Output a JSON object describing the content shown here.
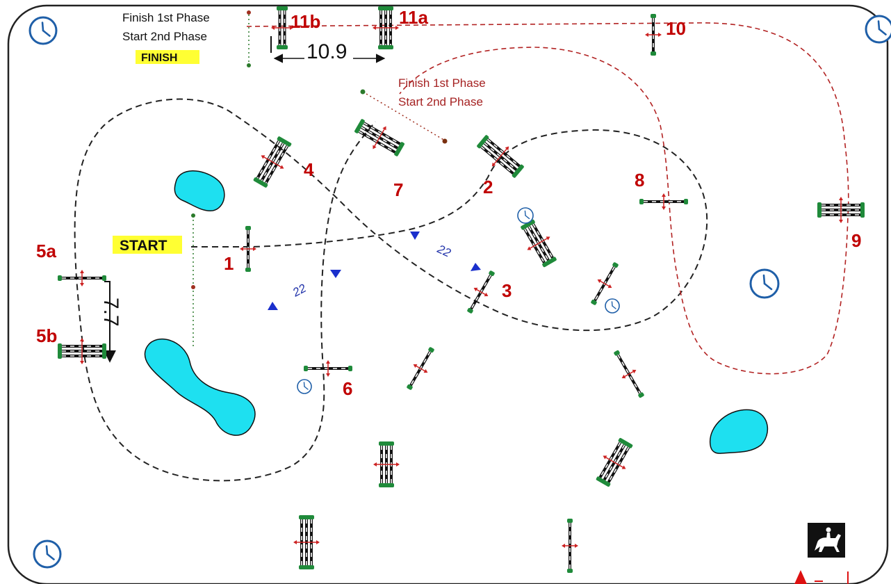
{
  "labels": {
    "finish_1st_phase_top": "Finish 1st Phase",
    "start_2nd_phase_top": "Start   2nd Phase",
    "finish": "FINISH",
    "start": "START",
    "finish_1st_phase_mid": "Finish 1st Phase",
    "start_2nd_phase_mid": "Start   2nd Phase",
    "distance_10_9": "10.9",
    "distance_7_7": "7.7",
    "distance_22_a": "22",
    "distance_22_b": "22"
  },
  "obstacles": [
    {
      "id": "1",
      "label": "1"
    },
    {
      "id": "2",
      "label": "2"
    },
    {
      "id": "3",
      "label": "3"
    },
    {
      "id": "4",
      "label": "4"
    },
    {
      "id": "5a",
      "label": "5a"
    },
    {
      "id": "5b",
      "label": "5b"
    },
    {
      "id": "6",
      "label": "6"
    },
    {
      "id": "7",
      "label": "7"
    },
    {
      "id": "8",
      "label": "8"
    },
    {
      "id": "9",
      "label": "9"
    },
    {
      "id": "10",
      "label": "10"
    },
    {
      "id": "11a",
      "label": "11a"
    },
    {
      "id": "11b",
      "label": "11b"
    }
  ],
  "colors": {
    "arena_border": "#222222",
    "first_phase_track": "#222222",
    "second_phase_track": "#b22222",
    "fence_green": "#1f8a3a",
    "flag_red": "#cc2222",
    "water": "#1ee0f0",
    "clock_blue": "#1f5fa8",
    "tag_yellow": "#ffff33",
    "direction_arrow": "#1a2fcc"
  },
  "icons": {
    "clock": "clock-icon",
    "rider": "horse-rider-icon",
    "north_arrow": "north-arrow-icon"
  }
}
